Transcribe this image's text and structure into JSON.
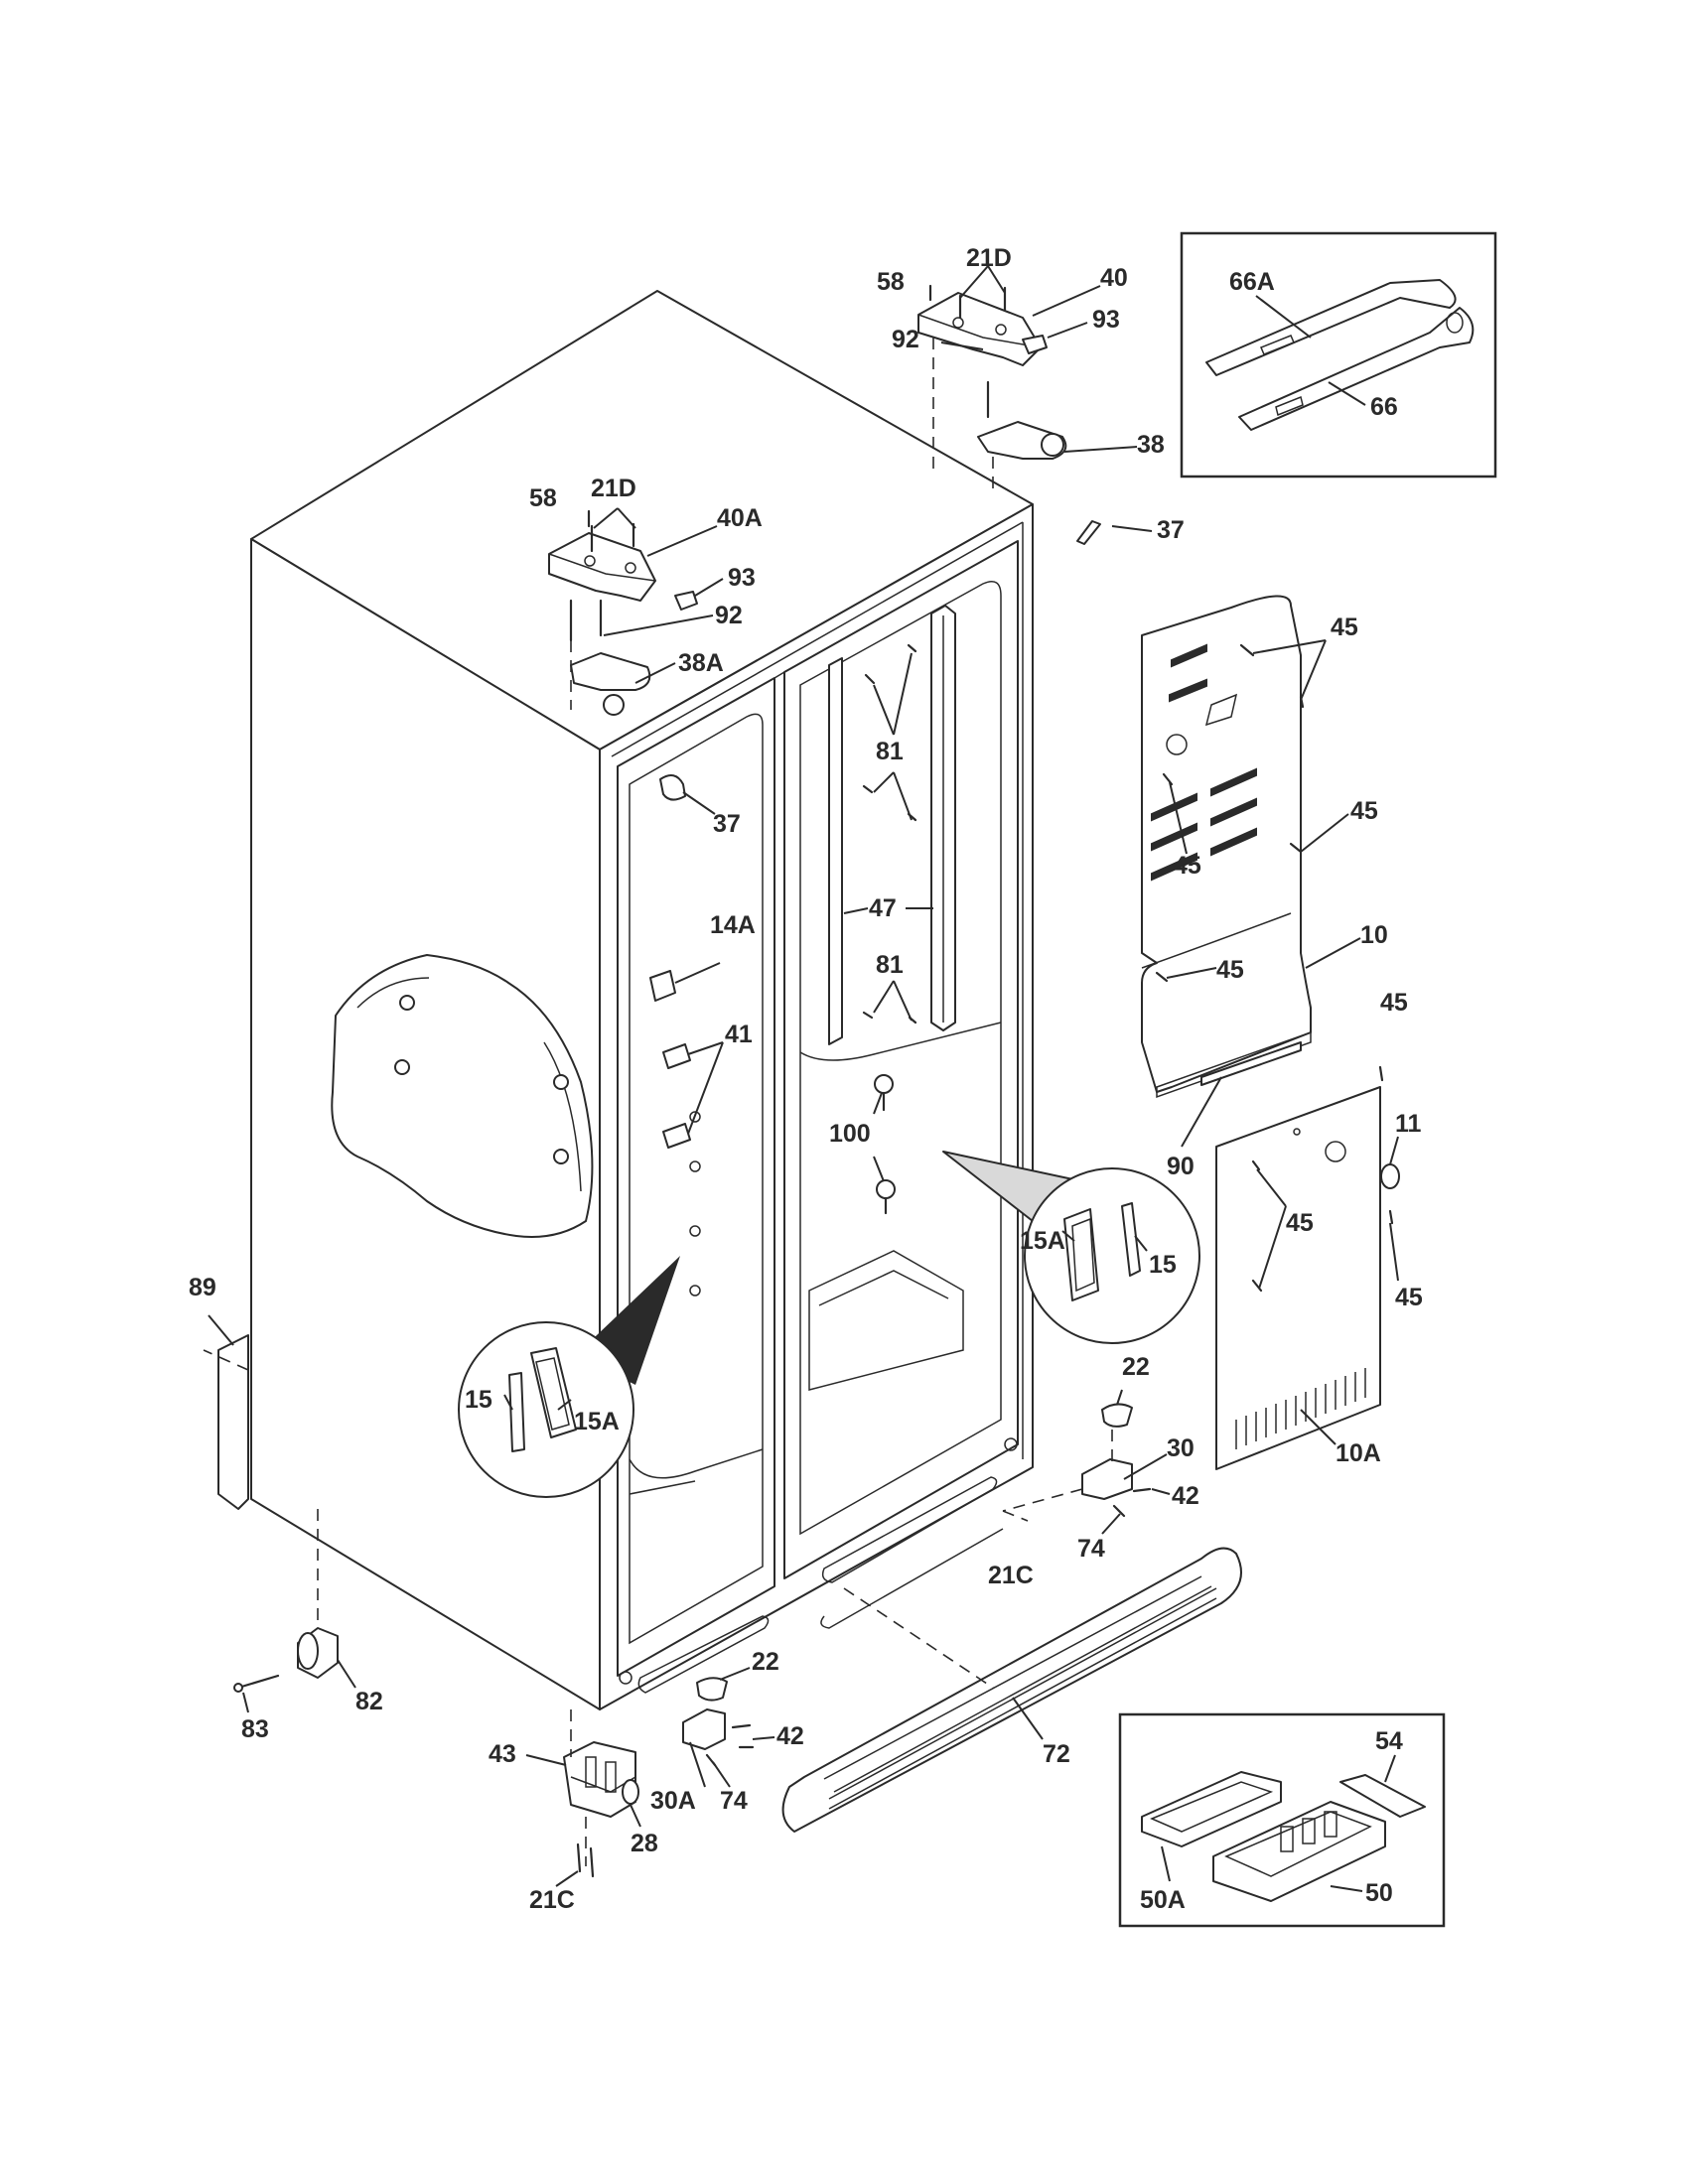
{
  "diagram": {
    "callouts": {
      "c21D_top": "21D",
      "c58_top": "58",
      "c40": "40",
      "c93_top": "93",
      "c92_top": "92",
      "c38": "38",
      "c37_top": "37",
      "c66A": "66A",
      "c66": "66",
      "c58_left": "58",
      "c21D_left": "21D",
      "c40A": "40A",
      "c93_left": "93",
      "c92_left": "92",
      "c38A": "38A",
      "c37_left": "37",
      "c81_a": "81",
      "c81_b": "81",
      "c47": "47",
      "c14A": "14A",
      "c41": "41",
      "c100": "100",
      "c45_a": "45",
      "c45_b": "45",
      "c45_c": "45",
      "c45_d": "45",
      "c45_e": "45",
      "c45_f": "45",
      "c45_g": "45",
      "c10": "10",
      "c11": "11",
      "c90": "90",
      "c10A": "10A",
      "c15A_right": "15A",
      "c15_right": "15",
      "c15_left": "15",
      "c15A_left": "15A",
      "c89": "89",
      "c22_right": "22",
      "c30": "30",
      "c42_right": "42",
      "c74_right": "74",
      "c21C_right": "21C",
      "c22_left": "22",
      "c42_left": "42",
      "c30A": "30A",
      "c74_left": "74",
      "c72": "72",
      "c82": "82",
      "c83": "83",
      "c43": "43",
      "c28": "28",
      "c21C_left": "21C",
      "c54": "54",
      "c50A": "50A",
      "c50": "50"
    }
  }
}
